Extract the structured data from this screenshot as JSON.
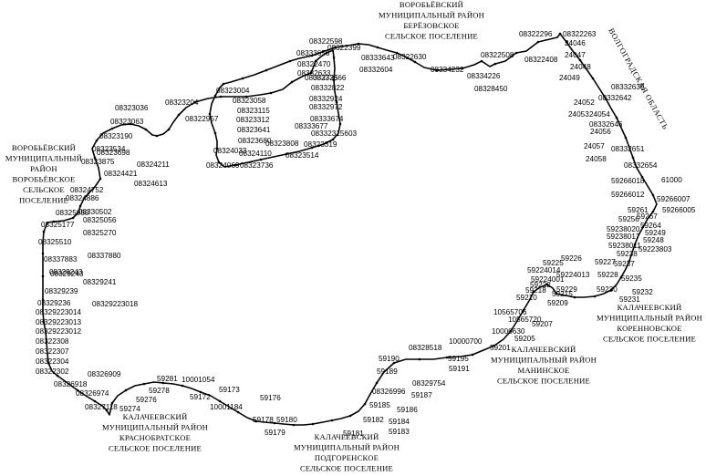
{
  "map": {
    "background_color": "#ffffff",
    "ink_color": "#000000",
    "point_labels": [
      "08322296",
      "08322263",
      "24046",
      "24047",
      "24048",
      "24049",
      "24052",
      "24053",
      "24054",
      "24056",
      "24057",
      "24058",
      "08332639",
      "08332642",
      "08332646",
      "08332651",
      "08332654",
      "61000",
      "59266018",
      "59266012",
      "59266007",
      "59266005",
      "59261",
      "59267",
      "59256",
      "59264",
      "59238020",
      "59238017",
      "59249",
      "59248",
      "59238011",
      "59238",
      "59223803",
      "59237",
      "59235",
      "59232",
      "59231",
      "59230",
      "59228",
      "59227",
      "59226",
      "59225",
      "59224014",
      "59224013",
      "59224001",
      "59222",
      "59218",
      "59215",
      "59229",
      "59210",
      "59209",
      "10565706",
      "10565720",
      "59207",
      "10000630",
      "59205",
      "10000700",
      "59201",
      "59195",
      "59191",
      "08328518",
      "59190",
      "59189",
      "08329754",
      "59187",
      "08326996",
      "59186",
      "59185",
      "59184",
      "59183",
      "59182",
      "59181",
      "59180",
      "59179",
      "59178",
      "59176",
      "59173",
      "10001184",
      "59172",
      "10001054",
      "59281",
      "59278",
      "59276",
      "59274",
      "08327118",
      "08326974",
      "08326918",
      "08326909",
      "08322302",
      "08322304",
      "08322307",
      "08322308",
      "08329223012",
      "08329223013",
      "08329223014",
      "08329236",
      "08329223018",
      "08329239",
      "08329241",
      "08329243",
      "08329243",
      "08337883",
      "08337880",
      "08325510",
      "08325177",
      "08325270",
      "08325056",
      "08325050",
      "08330502",
      "08324886",
      "08324752",
      "08324613",
      "08324421",
      "08324211",
      "08323875",
      "08323698",
      "08323534",
      "08323190",
      "08323063",
      "08323036",
      "08323204",
      "08322957",
      "08323004",
      "08323058",
      "08323115",
      "08323312",
      "08323641",
      "08323680",
      "08323808",
      "08324033",
      "08324110",
      "08324069",
      "08323736",
      "08323514",
      "08323319",
      "08332315603",
      "08333677",
      "08333674",
      "08332972",
      "08332924",
      "08332822",
      "08333666",
      "08332604",
      "08332725",
      "08332633",
      "08322470",
      "08333656",
      "08322399",
      "08322598",
      "08333643",
      "08322630",
      "08334232",
      "08334226",
      "08328450",
      "08322508",
      "08322408"
    ],
    "region_labels": [
      {
        "lines": [
          "ВОРОБЬЁВСКИЙ",
          "МУНИЦИПАЛЬНЫЙ РАЙОН",
          "БЕРЁЗОВСКОЕ",
          "СЕЛЬСКОЕ ПОСЕЛЕНИЕ"
        ]
      },
      {
        "lines": [
          "ВОРОБЬЁВСКИЙ",
          "МУНИЦИПАЛЬНЫЙ",
          "РАЙОН",
          "ВОРОБЬЁВСКОЕ",
          "СЕЛЬСКОЕ",
          "ПОСЕЛЕНИЕ"
        ]
      },
      {
        "lines": [
          "КАЛАЧЕЕВСКИЙ",
          "МУНИЦИПАЛЬНЫЙ РАЙОН",
          "КОРЕННОВСКОЕ",
          "СЕЛЬСКОЕ ПОСЕЛЕНИЕ"
        ]
      },
      {
        "lines": [
          "КАЛАЧЕЕВСКИЙ",
          "МУНИЦИПАЛЬНЫЙ РАЙОН",
          "МАНИНСКОЕ",
          "СЕЛЬСКОЕ ПОСЕЛЕНИЕ"
        ]
      },
      {
        "lines": [
          "КАЛАЧЕЕВСКИЙ",
          "МУНИЦИПАЛЬНЫЙ РАЙОН",
          "ПОДГОРЕНСКОЕ",
          "СЕЛЬСКОЕ ПОСЕЛЕНИЕ"
        ]
      },
      {
        "lines": [
          "КАЛАЧЕЕВСКИЙ",
          "МУНИЦИПАЛЬНЫЙ РАЙОН",
          "КРАСНОБРАТСКОЕ",
          "СЕЛЬСКОЕ ПОСЕЛЕНИЕ"
        ]
      }
    ],
    "oblast_label": "ВОЛГОГРАДСКАЯ ОБЛАСТЬ"
  }
}
